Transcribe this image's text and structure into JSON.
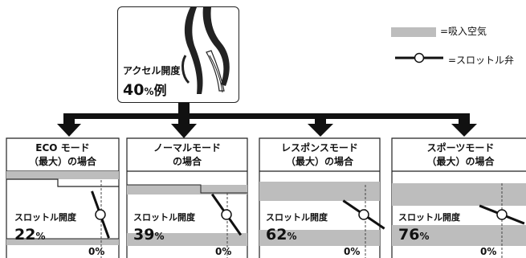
{
  "pedal": {
    "label": "アクセル開度",
    "value": "40",
    "unit": "%",
    "suffix": "例"
  },
  "legend": {
    "air": "=吸入空気",
    "valve": "=スロットル弁"
  },
  "colors": {
    "air": "#bdbdbd",
    "line": "#111111"
  },
  "panels": [
    {
      "title_line1": "ECO モード",
      "title_line2": "（最大）の場合",
      "opening_label": "スロットル開度",
      "opening_value": "22",
      "unit": "%",
      "zero": "0%",
      "opening_fraction": 0.22
    },
    {
      "title_line1": "ノーマルモード",
      "title_line2": "の場合",
      "opening_label": "スロットル開度",
      "opening_value": "39",
      "unit": "%",
      "zero": "0%",
      "opening_fraction": 0.39
    },
    {
      "title_line1": "レスポンスモード",
      "title_line2": "（最大）の場合",
      "opening_label": "スロットル開度",
      "opening_value": "62",
      "unit": "%",
      "zero": "0%",
      "opening_fraction": 0.62
    },
    {
      "title_line1": "スポーツモード",
      "title_line2": "（最大）の場合",
      "opening_label": "スロットル開度",
      "opening_value": "76",
      "unit": "%",
      "zero": "0%",
      "opening_fraction": 0.76
    }
  ]
}
